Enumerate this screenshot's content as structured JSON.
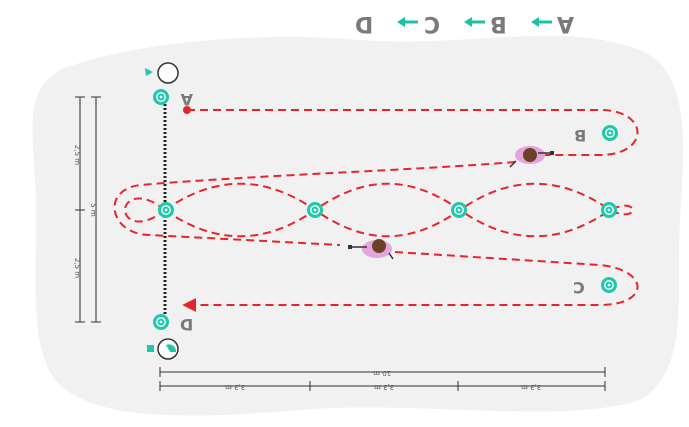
{
  "sequence": {
    "letters": [
      "A",
      "B",
      "C",
      "D"
    ],
    "arrow_color": "#18c3a6"
  },
  "station_labels": {
    "a": "A",
    "b": "B",
    "c": "C",
    "d": "D"
  },
  "dimensions": {
    "left_total": "5 m",
    "left_upper": "2,5 m",
    "left_lower": "2,5 m",
    "bottom_total": "10 m",
    "bottom_segment_1": "3,3 m",
    "bottom_segment_2": "3,3 m",
    "bottom_segment_3": "3,3 m"
  },
  "colors": {
    "background_blob": "#f1f1f1",
    "route": "#e8242b",
    "cone": "#1ec9aa",
    "player_shirt": "#e5a3df",
    "player_hair": "#6b4226",
    "chain": "#222222"
  },
  "icons": [
    "coach-icon-top",
    "coach-icon-bottom",
    "player-icon",
    "cone-icon",
    "ball-icon"
  ]
}
